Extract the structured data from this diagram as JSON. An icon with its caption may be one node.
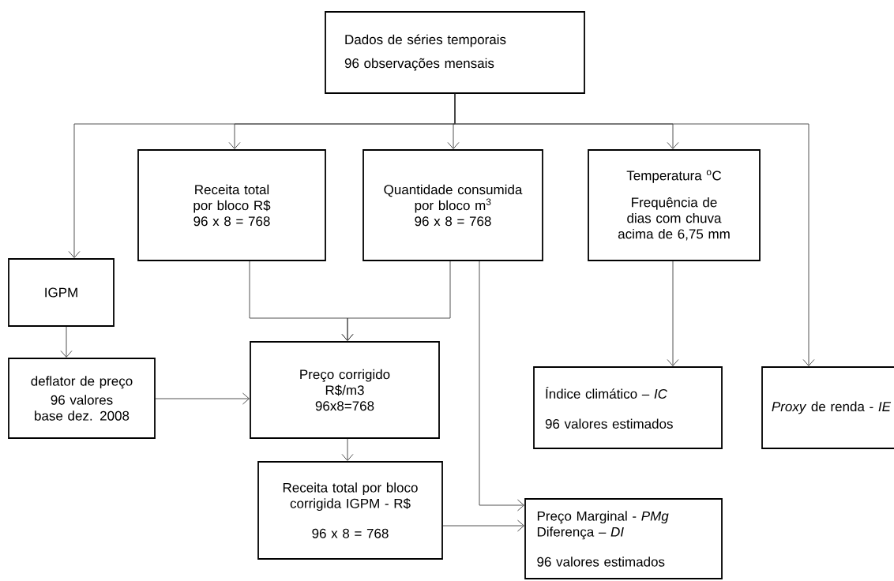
{
  "diagram": {
    "nodes": [
      {
        "text": [
          "Dados de séries temporais",
          "96 observações mensais"
        ]
      },
      {
        "text": [
          "Receita total por bloco R$",
          "96 x 8 = 768"
        ]
      },
      {
        "text": [
          "Quantidade consumida por bloco m$^{3}$",
          "96 x 8 = 768"
        ]
      },
      {
        "text": [
          "Temperatura $^{o}$C",
          "Frequência de dias com chuva acima de 6,75 mm"
        ]
      },
      {
        "text": [
          "IGPM"
        ]
      },
      {
        "text": [
          "deflator de preço",
          "96 valores",
          "base dez. 2008"
        ]
      },
      {
        "text": [
          "Preço corrigido",
          "R$/m3",
          "96x8=768"
        ]
      },
      {
        "text": [
          "Receita total por bloco corrigida IGPM - R$",
          "96 x 8 = 768"
        ]
      },
      {
        "text": [
          "Índice climático – *IC*",
          "96 valores estimados"
        ]
      },
      {
        "text": [
          "*Proxy* de renda - *IE*"
        ]
      },
      {
        "text": [
          "Preço Marginal - *PMg*",
          "Diferença – *DI*",
          "96 valores estimados"
        ]
      }
    ],
    "edges": [
      {
        "from": 0,
        "to": 4,
        "arrow": "to"
      },
      {
        "from": 0,
        "to": 1,
        "arrow": "to"
      },
      {
        "from": 0,
        "to": 2,
        "arrow": "to"
      },
      {
        "from": 0,
        "to": 3,
        "arrow": "to"
      },
      {
        "from": 0,
        "to": 9,
        "arrow": "to"
      },
      {
        "from": 4,
        "to": 5,
        "arrow": "to"
      },
      {
        "from": 5,
        "to": 6,
        "arrow": "to"
      },
      {
        "from": 1,
        "to": 6,
        "arrow": "to"
      },
      {
        "from": 2,
        "to": 6,
        "arrow": "to"
      },
      {
        "from": 6,
        "to": 7,
        "arrow": "to"
      },
      {
        "from": 7,
        "to": 10,
        "arrow": "to"
      },
      {
        "from": 2,
        "to": 10,
        "arrow": "to"
      },
      {
        "from": 3,
        "to": 8,
        "arrow": "to"
      }
    ]
  }
}
